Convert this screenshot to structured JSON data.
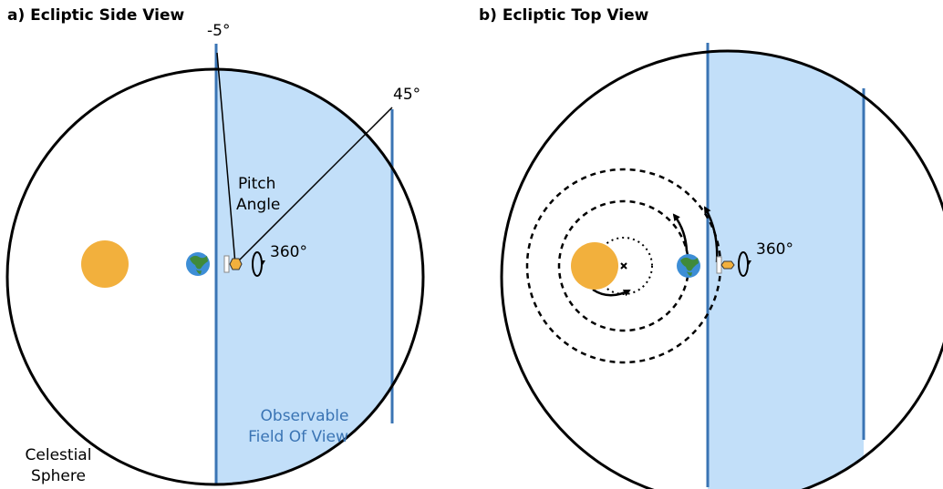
{
  "panel_a": {
    "title": "a) Ecliptic Side View",
    "angle_top": "-5°",
    "angle_right": "45°",
    "pitch_label_line1": "Pitch",
    "pitch_label_line2": "Angle",
    "rotation_label": "360°",
    "fov_label_line1": "Observable",
    "fov_label_line2": "Field Of View",
    "sphere_label_line1": "Celestial",
    "sphere_label_line2": "Sphere"
  },
  "panel_b": {
    "title": "b) Ecliptic Top View",
    "rotation_label": "360°"
  },
  "colors": {
    "sun": "#f2b03d",
    "fov_fill": "#c2dff9",
    "fov_edge": "#3a74b4",
    "earth_ocean": "#3d8ed6",
    "earth_land": "#3f8a3a",
    "spacecraft": "#f2b03d",
    "label_blue": "#3a74b4"
  }
}
